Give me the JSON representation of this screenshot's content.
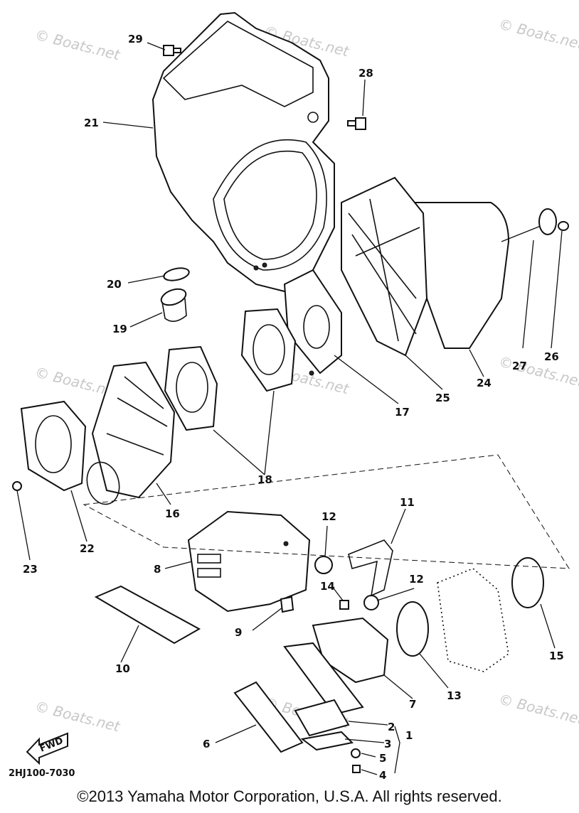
{
  "watermark": {
    "text": "© Boats.net"
  },
  "diagram_code": "2HJ100-7030",
  "fwd_label": "FWD",
  "copyright": "©2013 Yamaha Motor Corporation, U.S.A. All rights reserved.",
  "parts": [
    {
      "id": "29",
      "label": "29"
    },
    {
      "id": "28",
      "label": "28"
    },
    {
      "id": "21",
      "label": "21"
    },
    {
      "id": "20",
      "label": "20"
    },
    {
      "id": "19",
      "label": "19"
    },
    {
      "id": "27",
      "label": "27"
    },
    {
      "id": "26",
      "label": "26"
    },
    {
      "id": "24",
      "label": "24"
    },
    {
      "id": "25",
      "label": "25"
    },
    {
      "id": "17",
      "label": "17"
    },
    {
      "id": "18",
      "label": "18"
    },
    {
      "id": "16",
      "label": "16"
    },
    {
      "id": "22",
      "label": "22"
    },
    {
      "id": "23",
      "label": "23"
    },
    {
      "id": "8",
      "label": "8"
    },
    {
      "id": "12a",
      "label": "12"
    },
    {
      "id": "11",
      "label": "11"
    },
    {
      "id": "12b",
      "label": "12"
    },
    {
      "id": "14",
      "label": "14"
    },
    {
      "id": "9",
      "label": "9"
    },
    {
      "id": "10",
      "label": "10"
    },
    {
      "id": "13",
      "label": "13"
    },
    {
      "id": "15",
      "label": "15"
    },
    {
      "id": "7",
      "label": "7"
    },
    {
      "id": "6",
      "label": "6"
    },
    {
      "id": "2",
      "label": "2"
    },
    {
      "id": "1",
      "label": "1"
    },
    {
      "id": "3",
      "label": "3"
    },
    {
      "id": "5",
      "label": "5"
    },
    {
      "id": "4",
      "label": "4"
    }
  ]
}
